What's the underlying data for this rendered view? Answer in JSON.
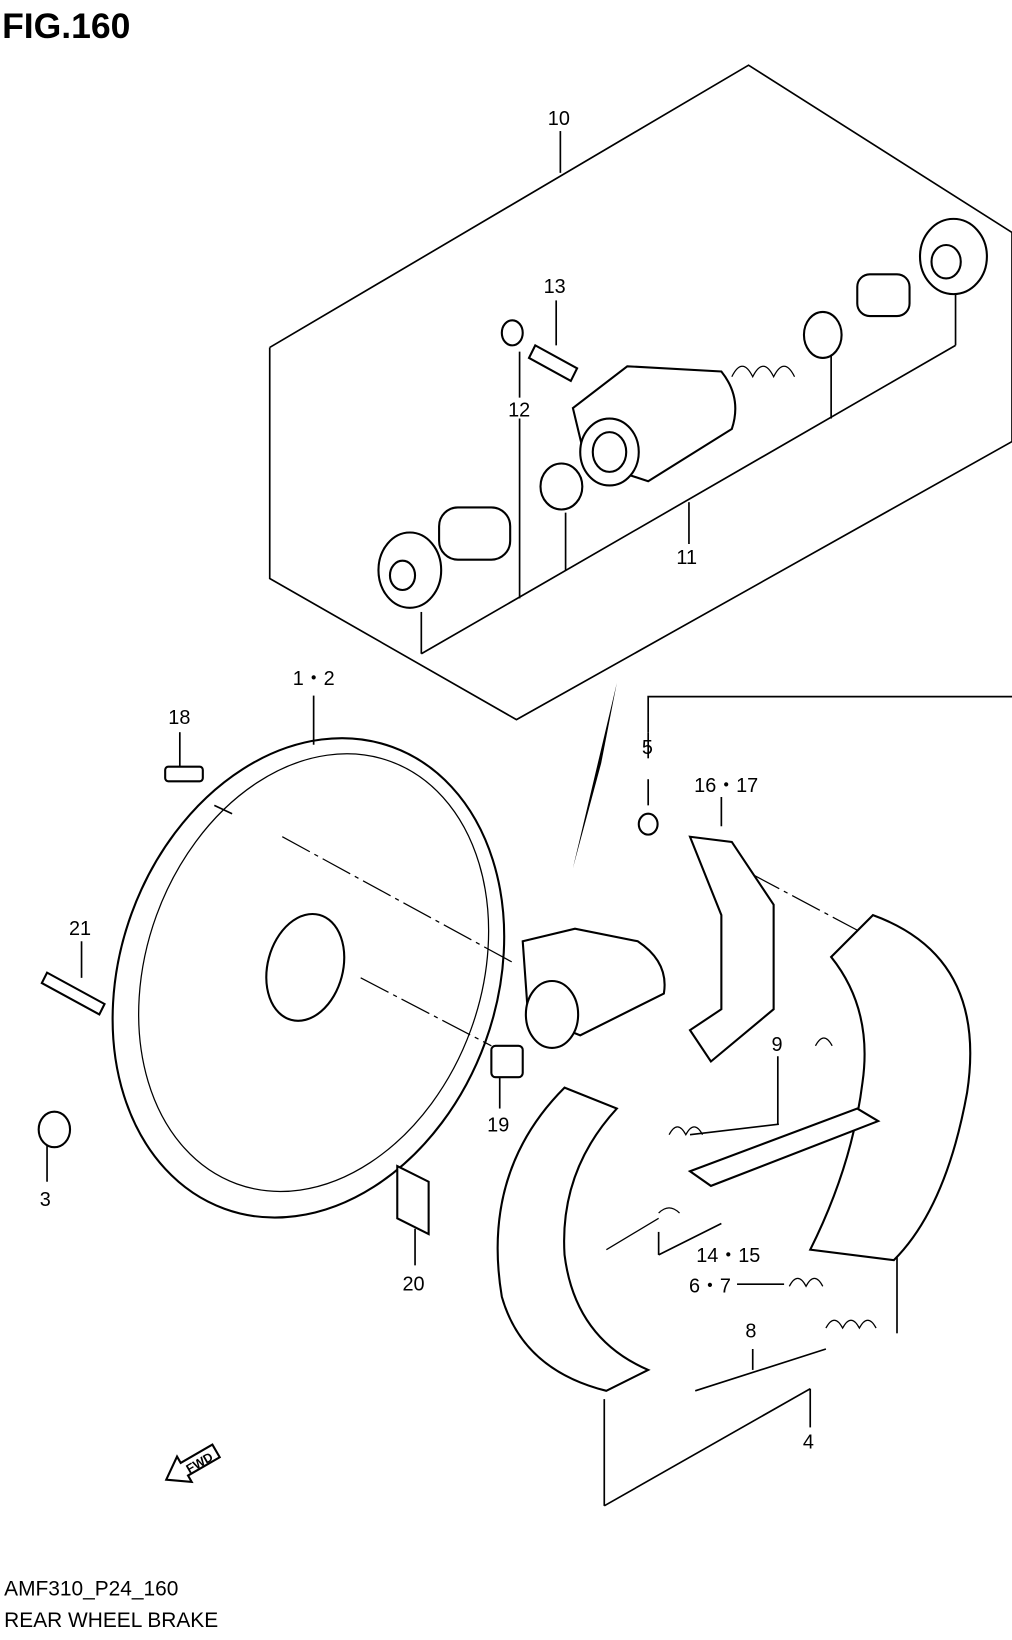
{
  "figure": {
    "title": "FIG.160",
    "code": "AMF310_P24_160",
    "name": "REAR WHEEL BRAKE"
  },
  "callouts": {
    "c10": "10",
    "c13": "13",
    "c12": "12",
    "c11": "11",
    "c1_2": "1・2",
    "c18": "18",
    "c5": "5",
    "c16_17": "16・17",
    "c21": "21",
    "c9": "9",
    "c19": "19",
    "c3": "3",
    "c14_15": "14・15",
    "c20": "20",
    "c6_7": "6・7",
    "c8": "8",
    "c4": "4"
  },
  "fwd_label": "FWD"
}
